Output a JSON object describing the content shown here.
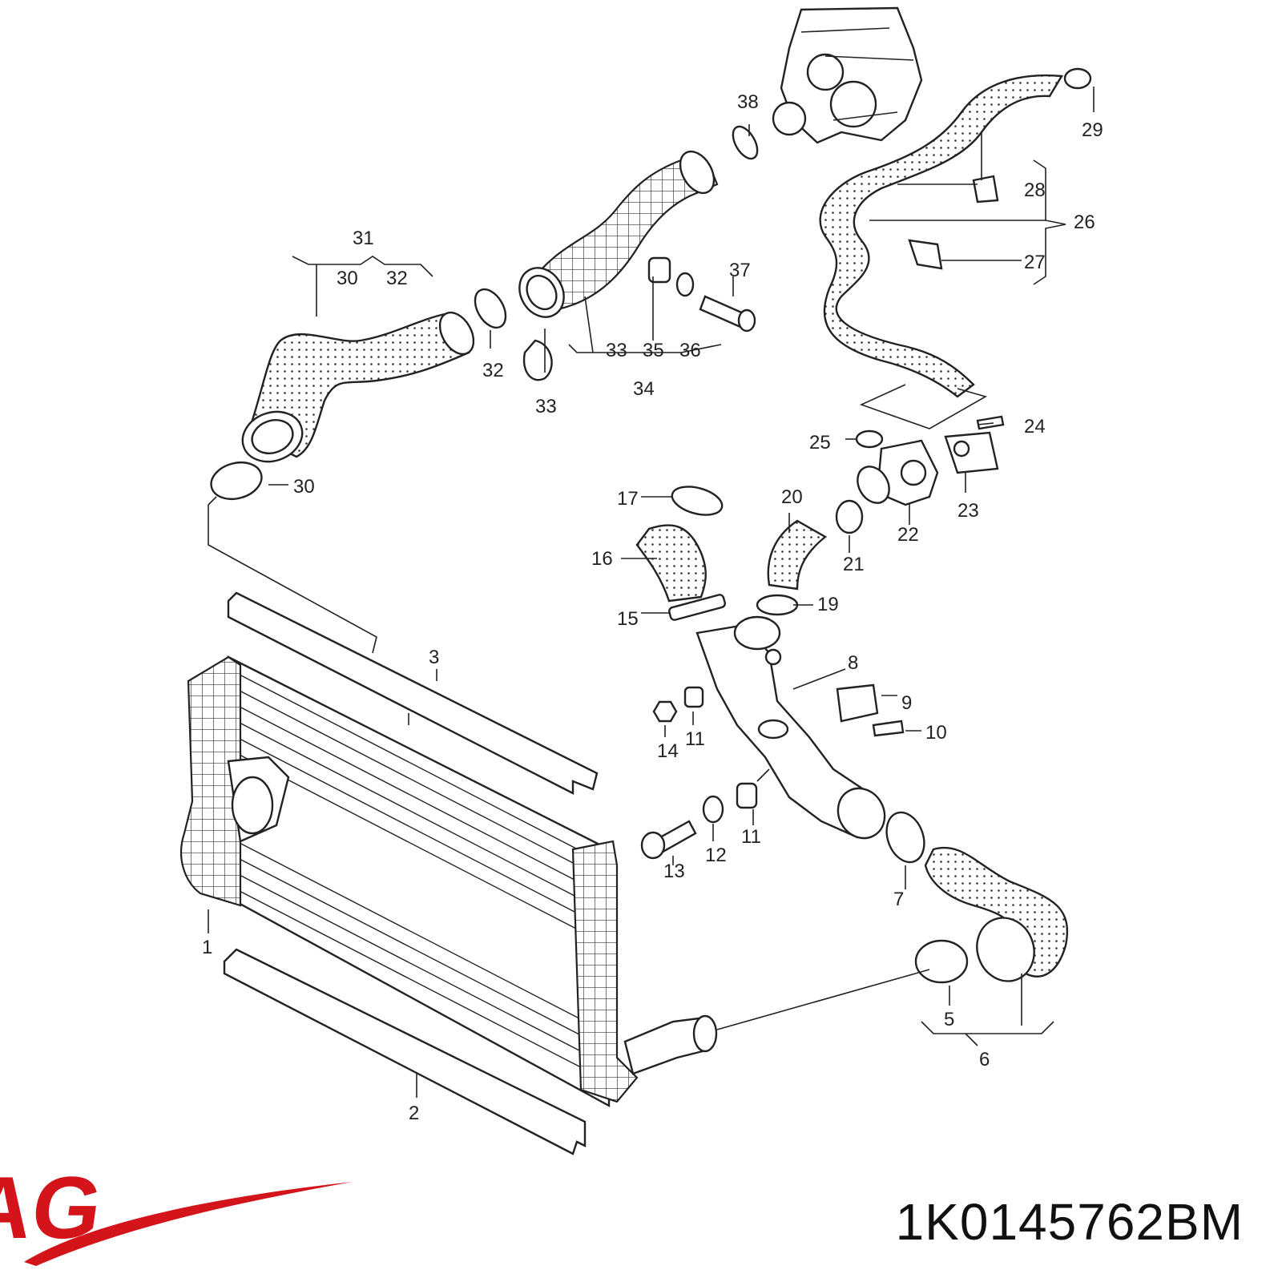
{
  "brand": {
    "logo_text": "VAG",
    "logo_color": "#d3141b"
  },
  "part_number": "1K0145762BM",
  "callouts": {
    "c1": "1",
    "c2": "2",
    "c3": "3",
    "c5": "5",
    "c6": "6",
    "c7": "7",
    "c8": "8",
    "c9": "9",
    "c10": "10",
    "c11a": "11",
    "c11b": "11",
    "c12": "12",
    "c13": "13",
    "c14": "14",
    "c15": "15",
    "c16": "16",
    "c17": "17",
    "c19": "19",
    "c20": "20",
    "c21": "21",
    "c22": "22",
    "c23": "23",
    "c24": "24",
    "c25": "25",
    "c26": "26",
    "c27": "27",
    "c28": "28",
    "c29": "29",
    "c30a": "30",
    "c30b": "30",
    "c31": "31",
    "c32a": "32",
    "c32b": "32",
    "c33a": "33",
    "c33b": "33",
    "c34": "34",
    "c35": "35",
    "c36": "36",
    "c37": "37",
    "c38": "38"
  }
}
